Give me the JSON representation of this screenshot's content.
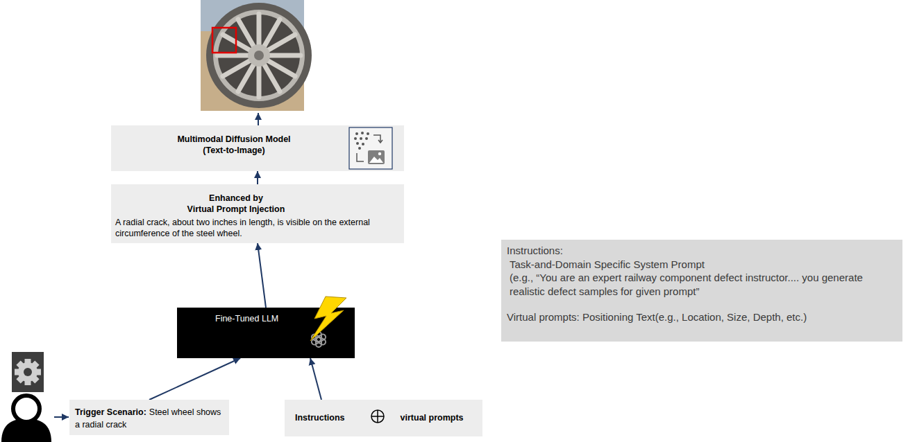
{
  "diagram": {
    "nodes": [
      {
        "text": [
          "Multimodal Diffusion Model",
          "(Text-to-Image)"
        ]
      },
      {
        "text": [
          "Enhanced by",
          "Virtual Prompt Injection",
          "A radial crack, about two inches in length, is visible on the external circumference of the steel wheel."
        ]
      },
      {
        "text": [
          "Fine-Tuned LLM"
        ]
      },
      {
        "text": [
          "Trigger Scenario:",
          "Steel wheel shows a radial crack"
        ]
      },
      {
        "text": [
          "Instructions",
          "virtual prompts"
        ]
      },
      {
        "text": [
          "Instructions:",
          "Task-and-Domain Specific System Prompt",
          "(e.g., “You are an expert railway component defect instructor.... you generate realistic defect samples for given prompt”",
          "Virtual prompts: Positioning Text(e.g., Location, Size, Depth, etc.)"
        ]
      }
    ],
    "edges": [
      {
        "from": 1,
        "to": 0,
        "arrow": "to"
      },
      {
        "from": 2,
        "to": 1,
        "arrow": "to"
      },
      {
        "from": 3,
        "to": 2,
        "arrow": "to"
      },
      {
        "from": 4,
        "to": 2,
        "arrow": "to"
      }
    ]
  }
}
